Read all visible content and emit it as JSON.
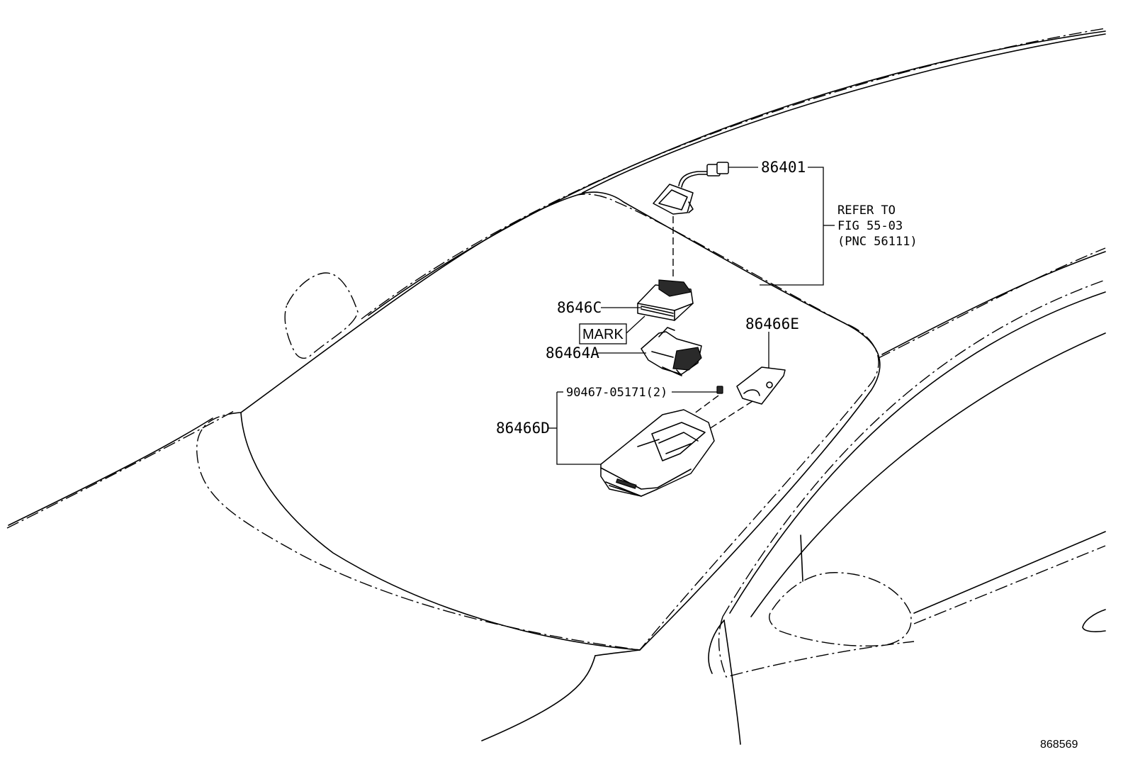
{
  "labels": {
    "sensor_cable": "86401",
    "refer_line1": "REFER TO",
    "refer_line2": "FIG 55-03",
    "refer_line3": "(PNC 56111)",
    "camera": "8646C",
    "mark": "MARK",
    "bracket": "86464A",
    "plate": "86466E",
    "screw": "90467-05171(2)",
    "cover": "86466D"
  },
  "figure_number": "868569"
}
